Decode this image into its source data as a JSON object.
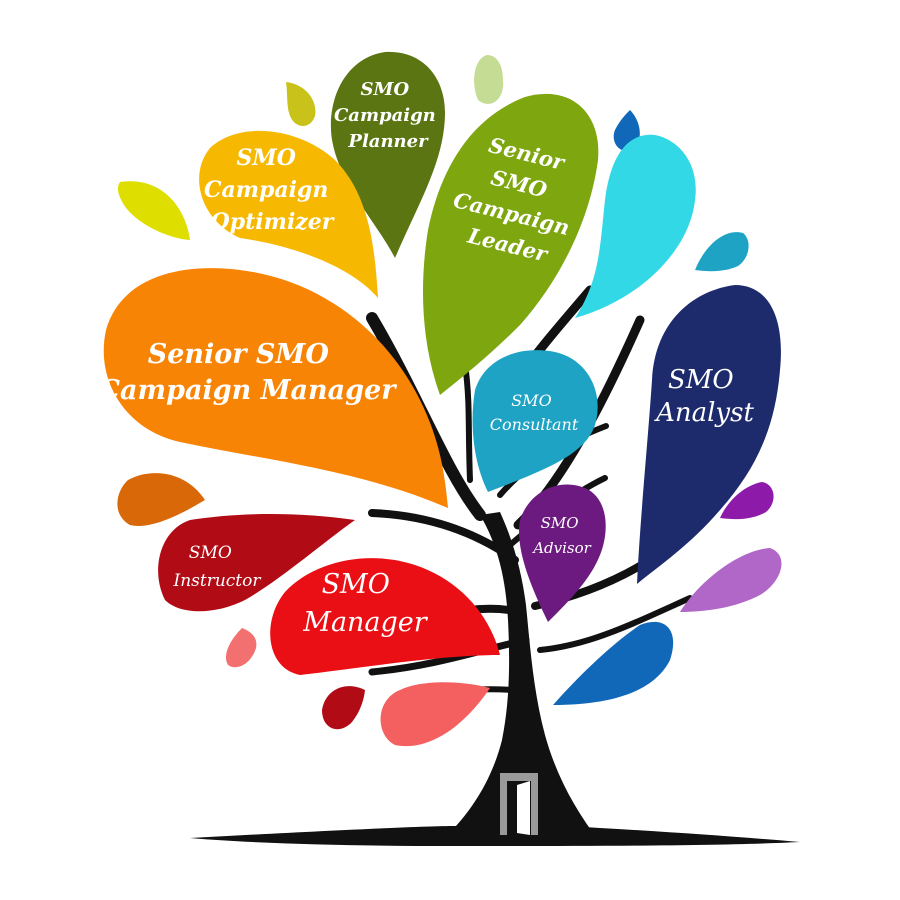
{
  "leaves": {
    "campaign_planner": {
      "lines": [
        "SMO",
        "Campaign",
        "Planner"
      ],
      "color": "#5a7512"
    },
    "campaign_optimizer": {
      "lines": [
        "SMO",
        "Campaign",
        "Optimizer"
      ],
      "color": "#f6b800"
    },
    "senior_campaign_leader": {
      "lines": [
        "Senior",
        "SMO",
        "Campaign",
        "Leader"
      ],
      "color": "#7ea60f"
    },
    "senior_campaign_manager": {
      "lines": [
        "Senior SMO",
        "Campaign Manager"
      ],
      "color": "#f88405"
    },
    "consultant": {
      "lines": [
        "SMO",
        "Consultant"
      ],
      "color": "#1ea3c4"
    },
    "analyst": {
      "lines": [
        "SMO",
        "Analyst"
      ],
      "color": "#1d2b6d"
    },
    "advisor": {
      "lines": [
        "SMO",
        "Advisor"
      ],
      "color": "#6c1a80"
    },
    "instructor": {
      "lines": [
        "SMO",
        "Instructor"
      ],
      "color": "#b10c16"
    },
    "manager": {
      "lines": [
        "SMO",
        "Manager"
      ],
      "color": "#ea0f14"
    }
  },
  "accent_colors": {
    "trunk": "#111111",
    "door_frame": "#9a9a9a",
    "drop_yellow": "#dede00",
    "drop_olive": "#c9c21a",
    "drop_light_green": "#c4dc94",
    "drop_cyan": "#33d8e6",
    "drop_blue": "#1168b8",
    "drop_purple": "#b067c8",
    "drop_orange": "#d86808",
    "drop_pink": "#f27070"
  }
}
